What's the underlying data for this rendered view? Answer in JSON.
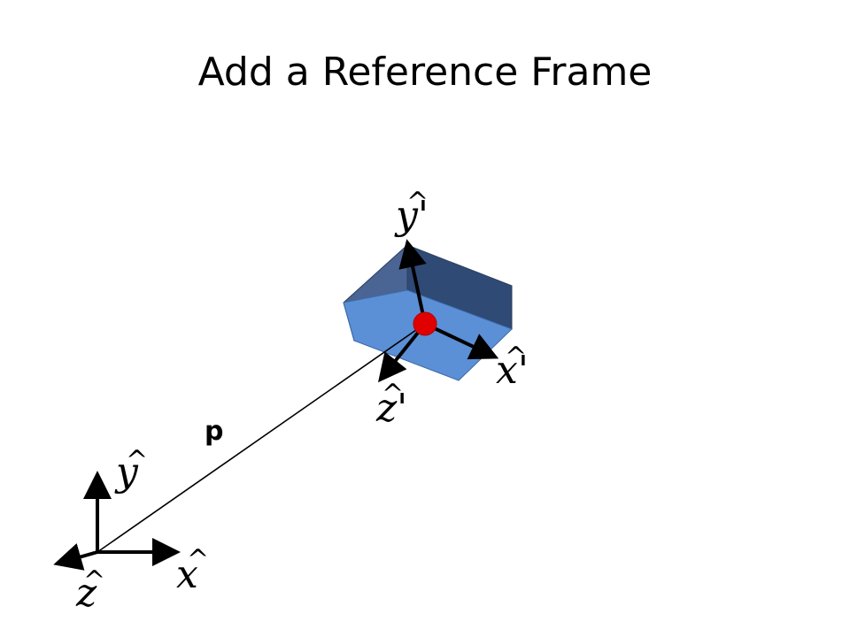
{
  "slide": {
    "title": "Add a Reference Frame"
  },
  "diagram": {
    "vector_label": "p",
    "world_frame": {
      "x_label": "x",
      "y_label": "y",
      "z_label": "z",
      "hat": "^"
    },
    "local_frame": {
      "x_label": "x'",
      "y_label": "y'",
      "z_label": "z'",
      "hat": "^"
    },
    "colors": {
      "box_top": "#5b8fd6",
      "box_side_left": "#4a6494",
      "box_side_right": "#2e4a75",
      "origin_marker": "#e00000",
      "axes": "#000000"
    }
  }
}
